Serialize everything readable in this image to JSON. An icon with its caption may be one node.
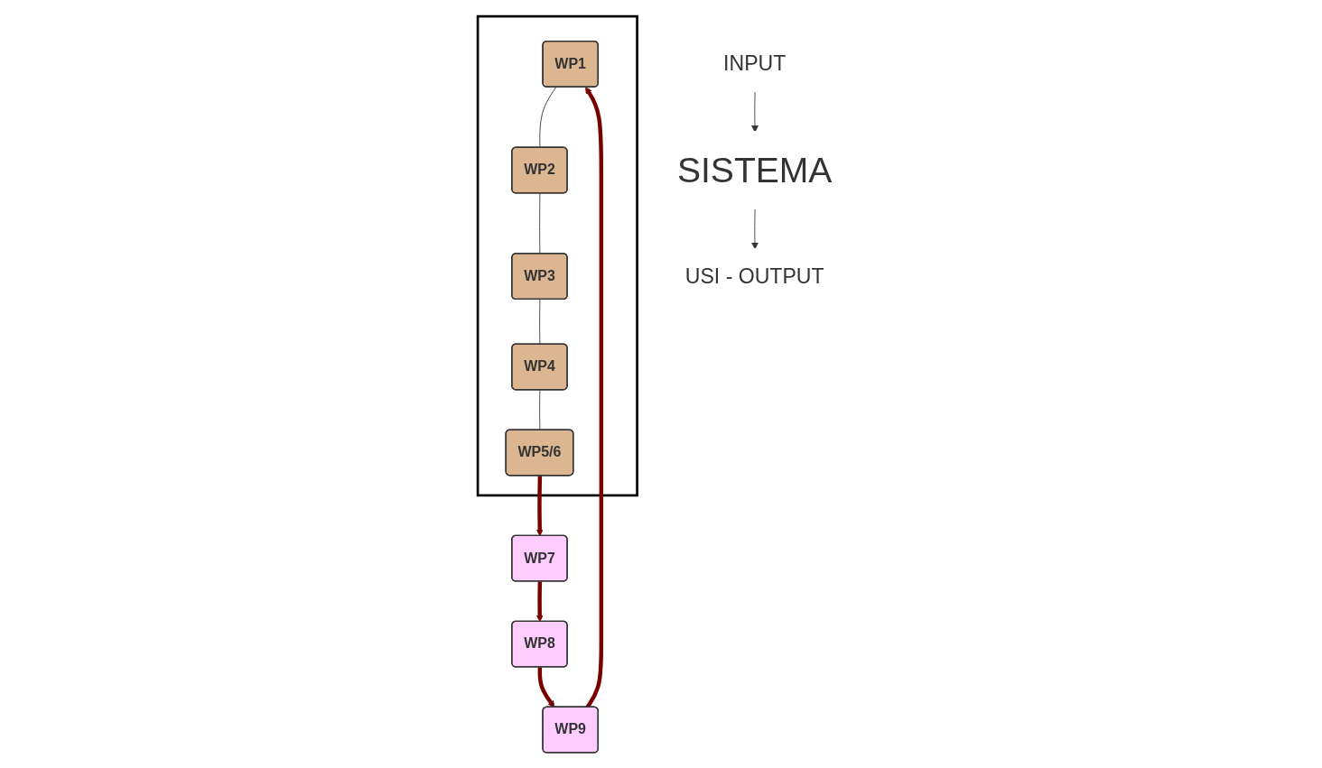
{
  "diagram": {
    "nodes": [
      {
        "text": [],
        "shape": "box"
      },
      {
        "text": [
          "WP1"
        ],
        "in": 0
      },
      {
        "text": [
          "WP2"
        ],
        "in": 0
      },
      {
        "text": [
          "WP3"
        ],
        "in": 0
      },
      {
        "text": [
          "WP4"
        ],
        "in": 0
      },
      {
        "text": [
          "WP5/6"
        ],
        "in": 0
      },
      {
        "text": [
          "WP7"
        ]
      },
      {
        "text": [
          "WP8"
        ]
      },
      {
        "text": [
          "WP9"
        ]
      },
      {
        "text": [
          "INPUT"
        ]
      },
      {
        "text": [
          "SISTEMA"
        ]
      },
      {
        "text": [
          "USI - OUTPUT"
        ]
      }
    ],
    "edges": [
      {
        "from": 1,
        "to": 2,
        "arrow": "none"
      },
      {
        "from": 2,
        "to": 3,
        "arrow": "none"
      },
      {
        "from": 3,
        "to": 4,
        "arrow": "none"
      },
      {
        "from": 4,
        "to": 5,
        "arrow": "none"
      },
      {
        "from": 5,
        "to": 6,
        "arrow": "to",
        "style": "thick",
        "color": "#7a0000"
      },
      {
        "from": 6,
        "to": 7,
        "arrow": "to",
        "style": "thick",
        "color": "#7a0000"
      },
      {
        "from": 7,
        "to": 8,
        "arrow": "to",
        "style": "thick",
        "color": "#7a0000"
      },
      {
        "from": 8,
        "to": 1,
        "arrow": "to",
        "style": "thick",
        "color": "#7a0000"
      },
      {
        "from": 9,
        "to": 10,
        "arrow": "to"
      },
      {
        "from": 10,
        "to": 11,
        "arrow": "to"
      }
    ]
  }
}
